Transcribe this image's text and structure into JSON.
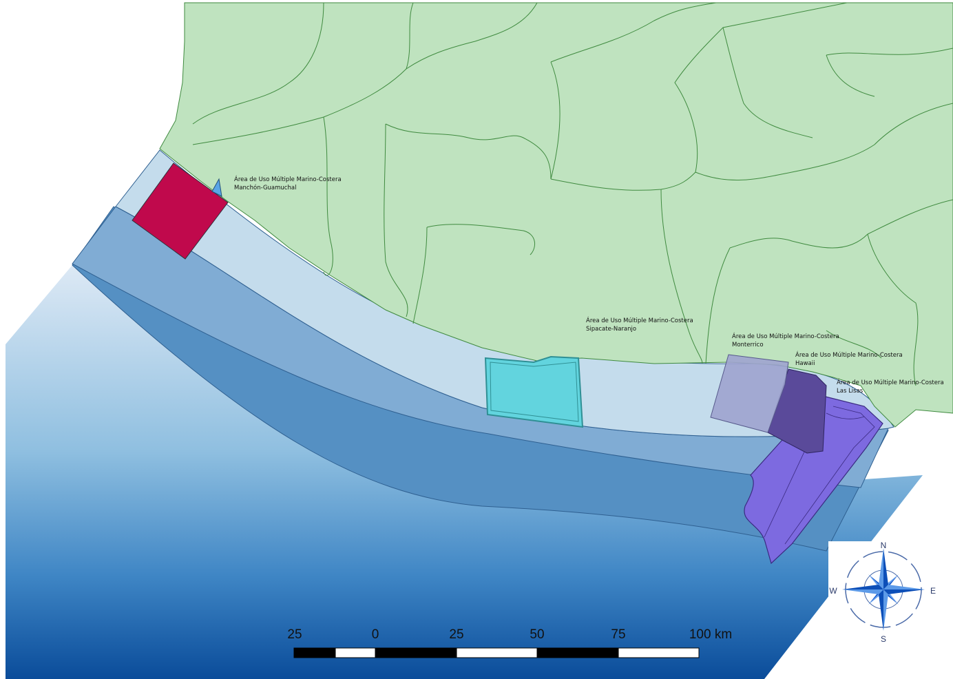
{
  "map": {
    "protected_areas": [
      {
        "id": "manchon",
        "line1": "Área de Uso Múltiple Marino-Costera",
        "line2": "Manchón-Guamuchal",
        "color": "#c0094c"
      },
      {
        "id": "sipacate",
        "line1": "Área de Uso Múltiple Marino-Costera",
        "line2": "Sipacate-Naranjo",
        "color": "#62d4de"
      },
      {
        "id": "monterrico",
        "line1": "Área de Uso Múltiple Marino-Costera",
        "line2": "Monterrico",
        "color": "#9fa3cf"
      },
      {
        "id": "hawaii",
        "line1": "Área de Uso Múltiple Marino-Costera",
        "line2": "Hawaii",
        "color": "#5a4a9a"
      },
      {
        "id": "las-lisas",
        "line1": "Área de Uso Múltiple Marino-Costera",
        "line2": "Las Lisas",
        "color": "#7d6ae0"
      }
    ],
    "colors": {
      "land": "#bfe3bf",
      "border": "#3f8a3f",
      "coastal_band": "#c4dcec",
      "middle_band": "#8ab2d6",
      "outer_band": "#5590c3"
    },
    "scale_bar": {
      "labels": [
        "25",
        "0",
        "25",
        "50",
        "75",
        "100 km"
      ]
    },
    "compass": {
      "n": "N",
      "s": "S",
      "e": "E",
      "w": "W",
      "icon": "compass-rose-icon"
    }
  }
}
